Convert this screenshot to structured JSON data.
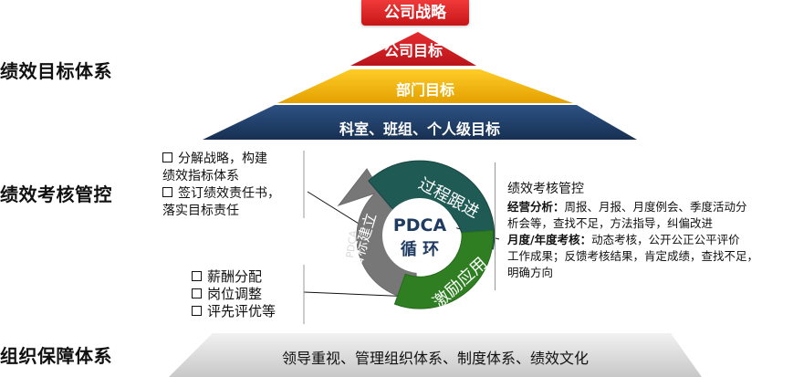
{
  "top_banner": "公司战略",
  "sections": {
    "goal_system": "绩效目标体系",
    "assessment": "绩效考核管控",
    "support": "组织保障体系"
  },
  "pyramid": {
    "top": "公司目标",
    "middle": "部门目标",
    "bottom": "科室、班组、个人级目标"
  },
  "left_list": [
    "分解战略，构建",
    "绩效指标体系",
    "签订绩效责任书，",
    "落实目标责任"
  ],
  "cycle": {
    "center_line1": "PDCA",
    "center_line2": "循  环",
    "top_label": "过程跟进",
    "left_label": "目标建立",
    "bottom_label": "激励应用",
    "left_faint": "PDCA"
  },
  "incentive_list": [
    "薪酬分配",
    "岗位调整",
    "评先评优等"
  ],
  "detail": {
    "title": "绩效考核管控",
    "line1_bold": "经营分析：",
    "line1": "周报、月报、月度例会、季度活动分",
    "line2": "析会等，查找不足，方法指导，纠偏改进",
    "line3_bold": "月度/年度考核：",
    "line3": "动态考核，公开公正公平评价",
    "line4": "工作成果；反馈考核结果，肯定成绩，查找不足，",
    "line5": "明确方向"
  },
  "base_text": "领导重视、管理组织体系、制度体系、绩效文化",
  "colors": {
    "red": "#c8161d",
    "gold": "#f5b000",
    "navy": "#1f3b62",
    "teal": "#1f5a54",
    "green": "#2f7f22",
    "gray": "#777777"
  }
}
